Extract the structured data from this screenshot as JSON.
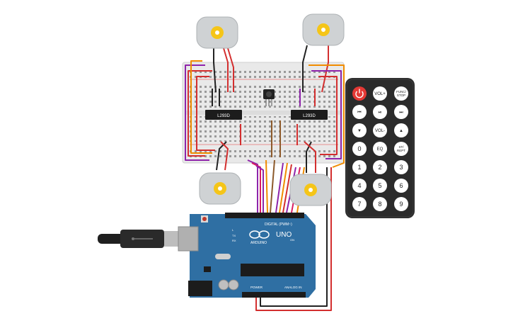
{
  "circuit": {
    "driver_chips": [
      {
        "label": "L293D"
      },
      {
        "label": "L293D"
      }
    ],
    "arduino": {
      "brand": "ARDUINO",
      "model": "UNO",
      "digital_header_label": "DIGITAL (PWM~)",
      "power_header_label": "POWER",
      "analog_header_label": "ANALOG IN",
      "tx_label": "TX",
      "rx_label": "RX",
      "l_label": "L",
      "on_label": "ON"
    },
    "remote": {
      "power_icon": "power-icon",
      "buttons": [
        {
          "label": "VOL+"
        },
        {
          "label": "FUNC/\nSTOP"
        },
        {
          "label": "⏮"
        },
        {
          "label": "⏯"
        },
        {
          "label": "⏭"
        },
        {
          "label": "▼"
        },
        {
          "label": "VOL-"
        },
        {
          "label": "▲"
        },
        {
          "label": "0"
        },
        {
          "label": "EQ"
        },
        {
          "label": "ST/\nREPT"
        },
        {
          "label": "1"
        },
        {
          "label": "2"
        },
        {
          "label": "3"
        },
        {
          "label": "4"
        },
        {
          "label": "5"
        },
        {
          "label": "6"
        },
        {
          "label": "7"
        },
        {
          "label": "8"
        },
        {
          "label": "9"
        }
      ]
    },
    "colors": {
      "board_blue": "#2f6fa3",
      "breadboard": "#e9e9e9",
      "remote_body": "#2b2b2b",
      "power_red": "#e53935",
      "wire_red": "#d32f2f",
      "wire_black": "#222222",
      "wire_purple": "#8e24aa",
      "wire_orange": "#f08c00",
      "wire_brown": "#8d5a2b",
      "wire_pink": "#d81b60",
      "motor_yellow": "#f5c518"
    }
  }
}
